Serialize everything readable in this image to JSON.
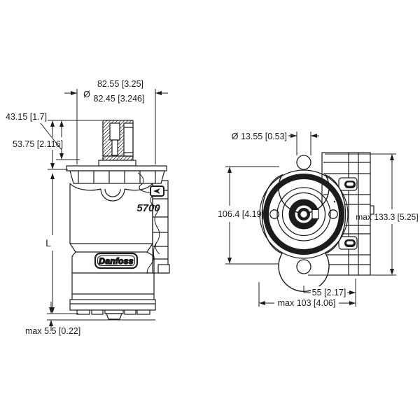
{
  "drawing": {
    "colors": {
      "ink": "#1c1c1c",
      "background": "#ffffff"
    },
    "side_view": {
      "model_label": "5700",
      "brand_label": "Danfoss",
      "dims": {
        "pilot_diameter_symbol": "Ø",
        "pilot_diameter_max": "82.55 [3.25]",
        "pilot_diameter_min": "82.45 [3.246]",
        "key_height": "43.15 [1.7]",
        "shaft_extension": "53.75 [2.116]",
        "overall_length": "L",
        "base_protrusion": "max 5.5 [0.22]"
      }
    },
    "front_view": {
      "dims": {
        "bolt_hole_diameter": "Ø 13.55 [0.53]",
        "bolt_hole_spacing": "106.4 [4.19]",
        "max_height": "max 133.3 [5.25]",
        "port_face_offset": "55 [2.17]",
        "max_width": "max 103 [4.06]"
      }
    }
  }
}
